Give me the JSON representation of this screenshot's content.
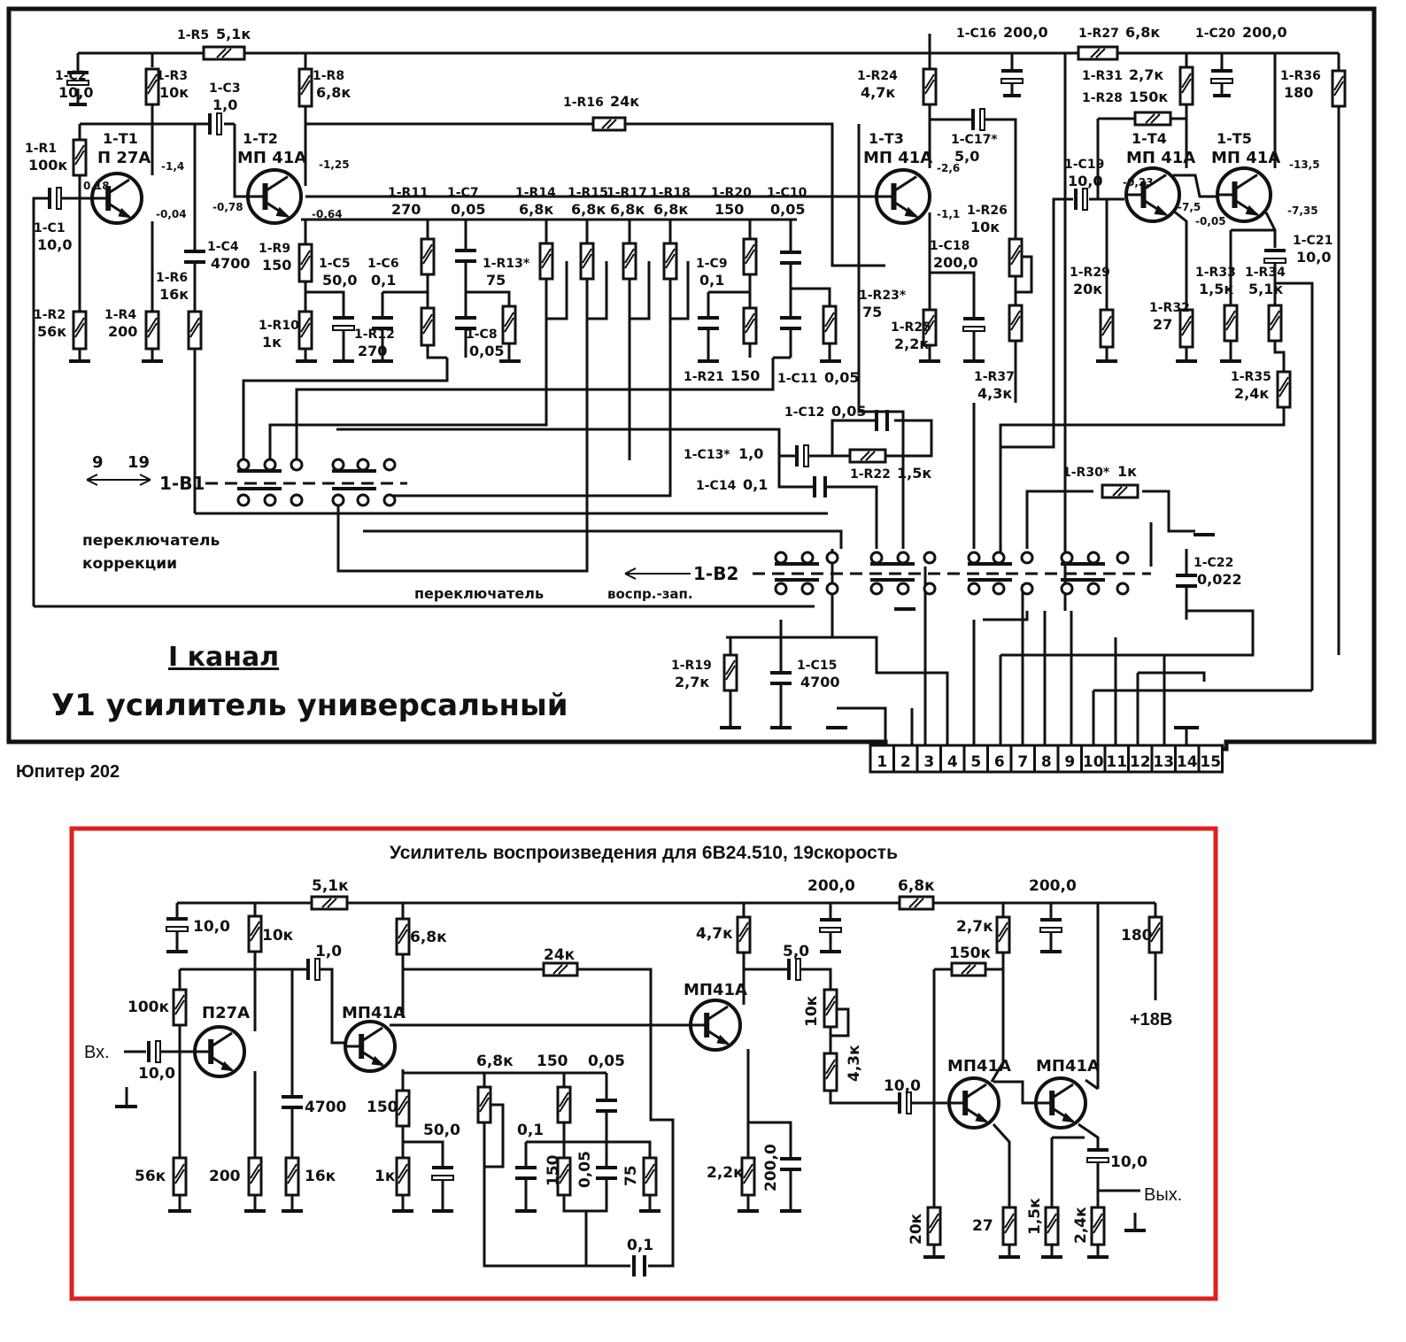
{
  "diagram1": {
    "title_channel": "I канал",
    "title_main": "У1  усилитель универсальный",
    "caption_below": "Юпитер 202",
    "switch_correction_label_1": "переключатель",
    "switch_correction_label_2": "коррекции",
    "switch_mode_label": "переключатель",
    "switch_mode_sub": "воспр.-зап.",
    "b1_label": "1-В1",
    "b1_speed_a": "9",
    "b1_speed_b": "19",
    "b2_label": "1-В2",
    "connector_pins": [
      "1",
      "2",
      "3",
      "4",
      "5",
      "6",
      "7",
      "8",
      "9",
      "10",
      "11",
      "12",
      "13",
      "14",
      "15"
    ],
    "transistors": [
      {
        "ref": "1-Т1",
        "type": "П 27А"
      },
      {
        "ref": "1-Т2",
        "type": "МП 41А"
      },
      {
        "ref": "1-Т3",
        "type": "МП 41А"
      },
      {
        "ref": "1-Т4",
        "type": "МП 41А"
      },
      {
        "ref": "1-Т5",
        "type": "МП 41А"
      }
    ],
    "voltages": [
      "-1,4",
      "-0,04",
      "0,18",
      "-1,25",
      "-0,78",
      "-0,64",
      "-2,6",
      "-1,1",
      "-0,23",
      "-7,5",
      "-0,05",
      "-13,5",
      "-7,35"
    ],
    "components": [
      {
        "ref": "1-R5",
        "value": "5,1к"
      },
      {
        "ref": "1-C2",
        "value": "10,0"
      },
      {
        "ref": "1-R3",
        "value": "10к"
      },
      {
        "ref": "1-C3",
        "value": "1,0"
      },
      {
        "ref": "1-R8",
        "value": "6,8к"
      },
      {
        "ref": "1-R1",
        "value": "100к"
      },
      {
        "ref": "1-C1",
        "value": "10,0"
      },
      {
        "ref": "1-R2",
        "value": "56к"
      },
      {
        "ref": "1-R4",
        "value": "200"
      },
      {
        "ref": "1-R6",
        "value": "16к"
      },
      {
        "ref": "1-C4",
        "value": "4700"
      },
      {
        "ref": "1-R9",
        "value": "150"
      },
      {
        "ref": "1-R10",
        "value": "1к"
      },
      {
        "ref": "1-C5",
        "value": "50,0"
      },
      {
        "ref": "1-C6",
        "value": "0,1"
      },
      {
        "ref": "1-R12",
        "value": "270"
      },
      {
        "ref": "1-R11",
        "value": "270"
      },
      {
        "ref": "1-C7",
        "value": "0,05"
      },
      {
        "ref": "1-R13*",
        "value": "75"
      },
      {
        "ref": "1-C8",
        "value": "0,05"
      },
      {
        "ref": "1-R16",
        "value": "24к"
      },
      {
        "ref": "1-R14",
        "value": "6,8к"
      },
      {
        "ref": "1-R15",
        "value": "6,8к"
      },
      {
        "ref": "1-R17",
        "value": "6,8к"
      },
      {
        "ref": "1-R18",
        "value": "6,8к"
      },
      {
        "ref": "1-R20",
        "value": "150"
      },
      {
        "ref": "1-C10",
        "value": "0,05"
      },
      {
        "ref": "1-C9",
        "value": "0,1"
      },
      {
        "ref": "1-R21",
        "value": "150"
      },
      {
        "ref": "1-C11",
        "value": "0,05"
      },
      {
        "ref": "1-C16",
        "value": "200,0"
      },
      {
        "ref": "1-R27",
        "value": "6,8к"
      },
      {
        "ref": "1-C20",
        "value": "200,0"
      },
      {
        "ref": "1-R24",
        "value": "4,7к"
      },
      {
        "ref": "1-C17*",
        "value": "5,0"
      },
      {
        "ref": "1-R26",
        "value": "10к"
      },
      {
        "ref": "1-C18",
        "value": "200,0"
      },
      {
        "ref": "1-R23*",
        "value": "75"
      },
      {
        "ref": "1-R25",
        "value": "2,2к"
      },
      {
        "ref": "1-R37",
        "value": "4,3к"
      },
      {
        "ref": "1-R31",
        "value": "2,7к"
      },
      {
        "ref": "1-R28",
        "value": "150к"
      },
      {
        "ref": "1-R36",
        "value": "180"
      },
      {
        "ref": "1-C19",
        "value": "10,0"
      },
      {
        "ref": "1-C21",
        "value": "10,0"
      },
      {
        "ref": "1-R29",
        "value": "20к"
      },
      {
        "ref": "1-R33",
        "value": "1,5к"
      },
      {
        "ref": "1-R34",
        "value": "5,1к"
      },
      {
        "ref": "1-R32",
        "value": "27"
      },
      {
        "ref": "1-R35",
        "value": "2,4к"
      },
      {
        "ref": "1-C12",
        "value": "0,05"
      },
      {
        "ref": "1-C13*",
        "value": "1,0"
      },
      {
        "ref": "1-R22",
        "value": "1,5к"
      },
      {
        "ref": "1-C14",
        "value": "0,1"
      },
      {
        "ref": "1-R30*",
        "value": "1к"
      },
      {
        "ref": "1-C22",
        "value": "0,022"
      },
      {
        "ref": "1-R19",
        "value": "2,7к"
      },
      {
        "ref": "1-C15",
        "value": "4700"
      }
    ]
  },
  "diagram2": {
    "title": "Усилитель воспроизведения для 6В24.510, 19скорость",
    "input_label": "Вх.",
    "output_label": "Вых.",
    "supply_label": "+18В",
    "transistors": [
      "П27А",
      "МП41А",
      "МП41А",
      "МП41А",
      "МП41А"
    ],
    "values": [
      "5,1к",
      "10,0",
      "10к",
      "1,0",
      "6,8к",
      "24к",
      "200,0",
      "6,8к",
      "200,0",
      "4,7к",
      "5,0",
      "2,7к",
      "150к",
      "180",
      "100к",
      "10,0",
      "4700",
      "150",
      "50,0",
      "1к",
      "6,8к",
      "150",
      "0,05",
      "0,1",
      "150",
      "0,05",
      "75",
      "0,1",
      "56к",
      "200",
      "16к",
      "2,2к",
      "200,0",
      "10к",
      "4,3к",
      "10,0",
      "20к",
      "27",
      "1,5к",
      "2,4к",
      "10,0"
    ]
  },
  "colors": {
    "frame_red": "#e02020",
    "ink": "#111111"
  }
}
